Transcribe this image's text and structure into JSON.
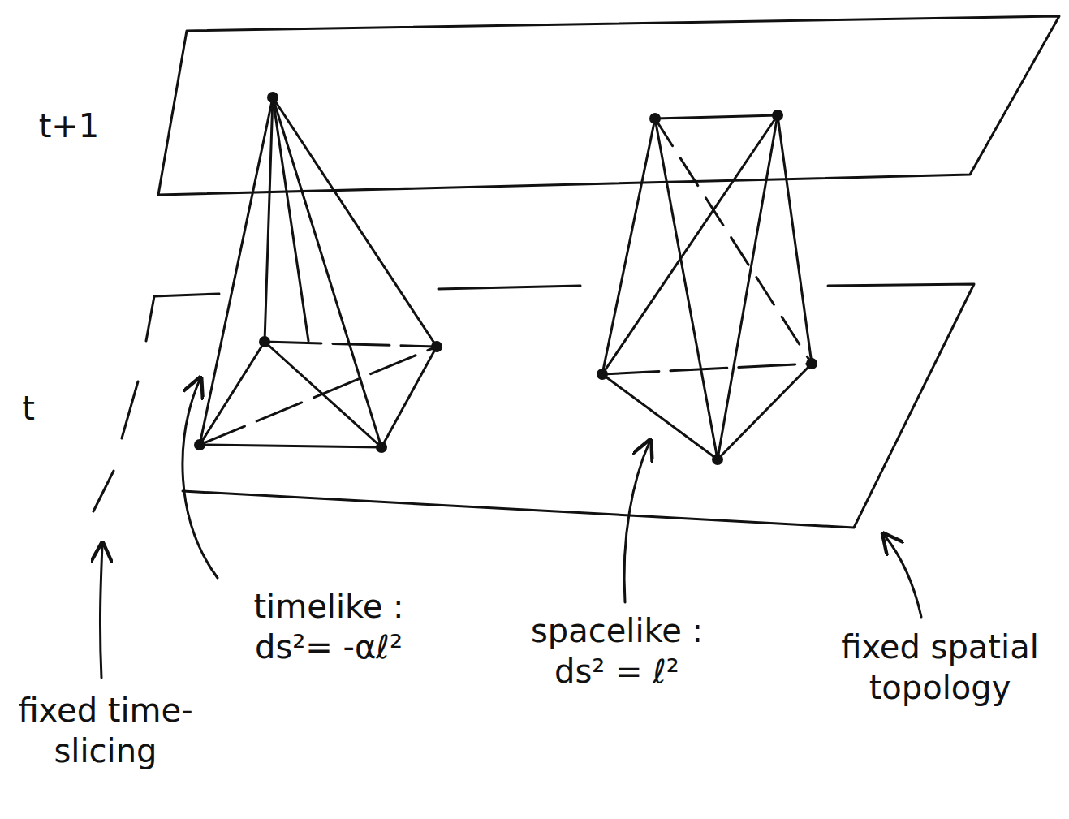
{
  "diagram": {
    "labels": [
      "t+1",
      "t",
      "fixed time-slicing",
      "timelike : ds²= -αℓ²",
      "spacelike : ds² = ℓ²",
      "fixed spatial topology"
    ]
  }
}
